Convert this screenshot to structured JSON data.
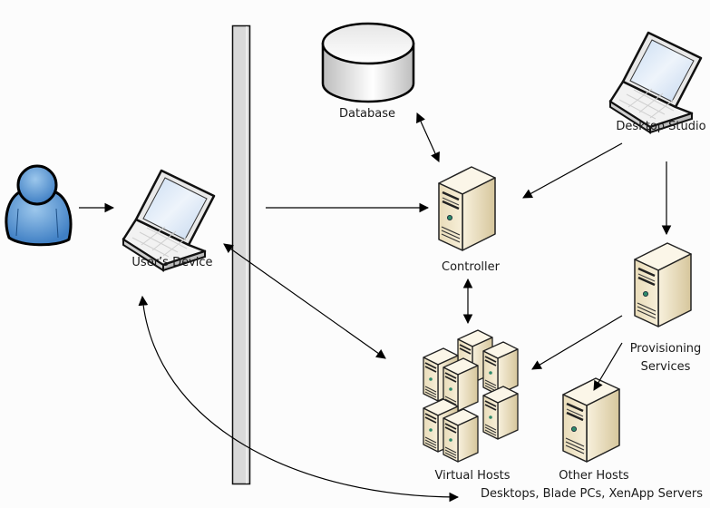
{
  "diagram": {
    "nodes": {
      "user": {
        "icon": "user-icon"
      },
      "users_device": {
        "label": "User’s Device",
        "icon": "laptop-icon"
      },
      "database": {
        "label": "Database",
        "icon": "database-icon"
      },
      "desktop_studio": {
        "label": "Desktop Studio",
        "icon": "laptop-icon"
      },
      "controller": {
        "label": "Controller",
        "icon": "server-icon"
      },
      "provisioning_services": {
        "label_line1": "Provisioning",
        "label_line2": "Services",
        "icon": "server-icon"
      },
      "virtual_hosts": {
        "label": "Virtual Hosts",
        "icon": "server-cluster-icon"
      },
      "other_hosts": {
        "label": "Other Hosts",
        "icon": "server-icon"
      },
      "firewall": {
        "icon": "firewall-bar"
      }
    },
    "group_label": "Desktops, Blade PCs, XenApp Servers",
    "edges": [
      {
        "from": "user",
        "to": "users_device",
        "direction": "forward"
      },
      {
        "from": "users_device",
        "to": "controller",
        "direction": "forward"
      },
      {
        "from": "database",
        "to": "controller",
        "direction": "both"
      },
      {
        "from": "desktop_studio",
        "to": "controller",
        "direction": "forward"
      },
      {
        "from": "desktop_studio",
        "to": "provisioning_services",
        "direction": "forward"
      },
      {
        "from": "controller",
        "to": "virtual_hosts",
        "direction": "both"
      },
      {
        "from": "users_device",
        "to": "virtual_hosts",
        "direction": "both"
      },
      {
        "from": "provisioning_services",
        "to": "virtual_hosts",
        "direction": "forward"
      },
      {
        "from": "provisioning_services",
        "to": "other_hosts",
        "direction": "forward"
      },
      {
        "from": "desktops_group",
        "to": "users_device",
        "direction": "both"
      }
    ]
  }
}
